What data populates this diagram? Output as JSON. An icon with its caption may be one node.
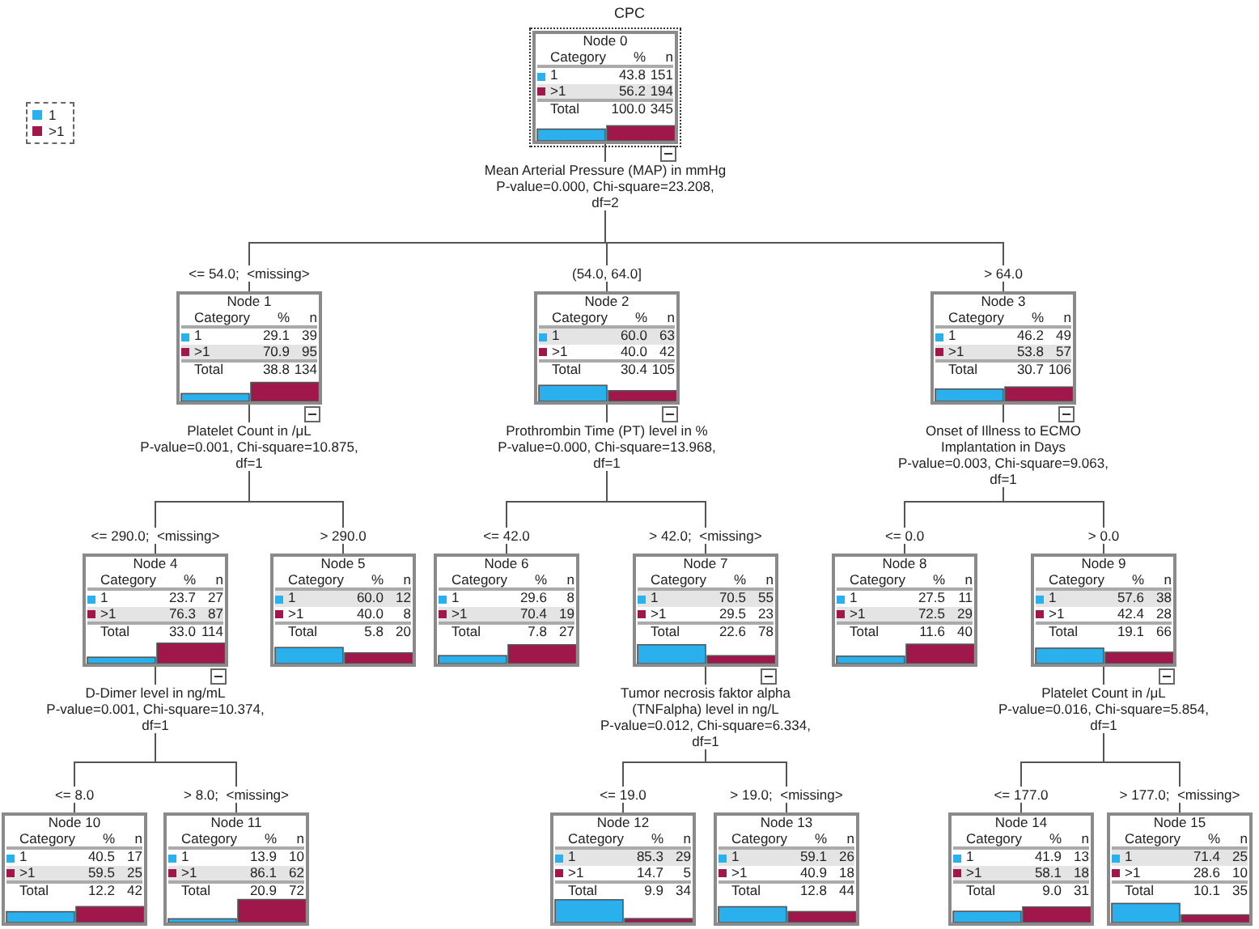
{
  "diagram": {
    "title": "CPC",
    "nodes": [
      {
        "text": [
          "Node 0",
          "Category",
          "%",
          "n",
          "1",
          "43.8",
          "151",
          ">1",
          "56.2",
          "194",
          "Total",
          "100.0",
          "345"
        ],
        "beside": [
          "Mean Arterial Pressure (MAP) in mmHg",
          "P-value=0.000, Chi-square=23.208, df=2"
        ]
      },
      {
        "text": [
          "Node 1",
          "Category",
          "%",
          "n",
          "1",
          "29.1",
          "39",
          ">1",
          "70.9",
          "95",
          "Total",
          "38.8",
          "134"
        ],
        "beside": [
          "Platelet Count in /μL",
          "P-value=0.001, Chi-square=10.875, df=1"
        ]
      },
      {
        "text": [
          "Node 2",
          "Category",
          "%",
          "n",
          "1",
          "60.0",
          "63",
          ">1",
          "40.0",
          "42",
          "Total",
          "30.4",
          "105"
        ],
        "beside": [
          "Prothrombin Time (PT) level in %",
          "P-value=0.000, Chi-square=13.968, df=1"
        ]
      },
      {
        "text": [
          "Node 3",
          "Category",
          "%",
          "n",
          "1",
          "46.2",
          "49",
          ">1",
          "53.8",
          "57",
          "Total",
          "30.7",
          "106"
        ],
        "beside": [
          "Onset of Illness to ECMO Implantation in Days",
          "P-value=0.003, Chi-square=9.063, df=1"
        ]
      },
      {
        "text": [
          "Node 4",
          "Category",
          "%",
          "n",
          "1",
          "23.7",
          "27",
          ">1",
          "76.3",
          "87",
          "Total",
          "33.0",
          "114"
        ],
        "beside": [
          "D-Dimer level in ng/mL",
          "P-value=0.001, Chi-square=10.374, df=1"
        ]
      },
      {
        "text": [
          "Node 5",
          "Category",
          "%",
          "n",
          "1",
          "60.0",
          "12",
          ">1",
          "40.0",
          "8",
          "Total",
          "5.8",
          "20"
        ]
      },
      {
        "text": [
          "Node 6",
          "Category",
          "%",
          "n",
          "1",
          "29.6",
          "8",
          ">1",
          "70.4",
          "19",
          "Total",
          "7.8",
          "27"
        ]
      },
      {
        "text": [
          "Node 7",
          "Category",
          "%",
          "n",
          "1",
          "70.5",
          "55",
          ">1",
          "29.5",
          "23",
          "Total",
          "22.6",
          "78"
        ],
        "beside": [
          "Tumor necrosis faktor alpha (TNFalpha) level in ng/L",
          "P-value=0.012, Chi-square=6.334, df=1"
        ]
      },
      {
        "text": [
          "Node 8",
          "Category",
          "%",
          "n",
          "1",
          "27.5",
          "11",
          ">1",
          "72.5",
          "29",
          "Total",
          "11.6",
          "40"
        ]
      },
      {
        "text": [
          "Node 9",
          "Category",
          "%",
          "n",
          "1",
          "57.6",
          "38",
          ">1",
          "42.4",
          "28",
          "Total",
          "19.1",
          "66"
        ],
        "beside": [
          "Platelet Count in /μL",
          "P-value=0.016, Chi-square=5.854, df=1"
        ]
      },
      {
        "text": [
          "Node 10",
          "Category",
          "%",
          "n",
          "1",
          "40.5",
          "17",
          ">1",
          "59.5",
          "25",
          "Total",
          "12.2",
          "42"
        ]
      },
      {
        "text": [
          "Node 11",
          "Category",
          "%",
          "n",
          "1",
          "13.9",
          "10",
          ">1",
          "86.1",
          "62",
          "Total",
          "20.9",
          "72"
        ]
      },
      {
        "text": [
          "Node 12",
          "Category",
          "%",
          "n",
          "1",
          "85.3",
          "29",
          ">1",
          "14.7",
          "5",
          "Total",
          "9.9",
          "34"
        ]
      },
      {
        "text": [
          "Node 13",
          "Category",
          "%",
          "n",
          "1",
          "59.1",
          "26",
          ">1",
          "40.9",
          "18",
          "Total",
          "12.8",
          "44"
        ]
      },
      {
        "text": [
          "Node 14",
          "Category",
          "%",
          "n",
          "1",
          "41.9",
          "13",
          ">1",
          "58.1",
          "18",
          "Total",
          "9.0",
          "31"
        ]
      },
      {
        "text": [
          "Node 15",
          "Category",
          "%",
          "n",
          "1",
          "71.4",
          "25",
          ">1",
          "28.6",
          "10",
          "Total",
          "10.1",
          "35"
        ]
      }
    ],
    "edges": [
      {
        "from": 0,
        "to": 1,
        "arrow": "none",
        "label": "<= 54.0;  <missing>"
      },
      {
        "from": 0,
        "to": 2,
        "arrow": "none",
        "label": "(54.0, 64.0]"
      },
      {
        "from": 0,
        "to": 3,
        "arrow": "none",
        "label": "> 64.0"
      },
      {
        "from": 1,
        "to": 4,
        "arrow": "none",
        "label": "<= 290.0;  <missing>"
      },
      {
        "from": 1,
        "to": 5,
        "arrow": "none",
        "label": "> 290.0"
      },
      {
        "from": 2,
        "to": 6,
        "arrow": "none",
        "label": "<= 42.0"
      },
      {
        "from": 2,
        "to": 7,
        "arrow": "none",
        "label": "> 42.0;  <missing>"
      },
      {
        "from": 3,
        "to": 8,
        "arrow": "none",
        "label": "<= 0.0"
      },
      {
        "from": 3,
        "to": 9,
        "arrow": "none",
        "label": "> 0.0"
      },
      {
        "from": 4,
        "to": 10,
        "arrow": "none",
        "label": "<= 8.0"
      },
      {
        "from": 4,
        "to": 11,
        "arrow": "none",
        "label": "> 8.0;  <missing>"
      },
      {
        "from": 7,
        "to": 12,
        "arrow": "none",
        "label": "<= 19.0"
      },
      {
        "from": 7,
        "to": 13,
        "arrow": "none",
        "label": "> 19.0;  <missing>"
      },
      {
        "from": 9,
        "to": 14,
        "arrow": "none",
        "label": "<= 177.0"
      },
      {
        "from": 9,
        "to": 15,
        "arrow": "none",
        "label": "> 177.0;  <missing>"
      }
    ],
    "legend": [
      {
        "text": "1",
        "color": "#2bb0ee"
      },
      {
        "text": ">1",
        "color": "#a0174b"
      }
    ]
  }
}
